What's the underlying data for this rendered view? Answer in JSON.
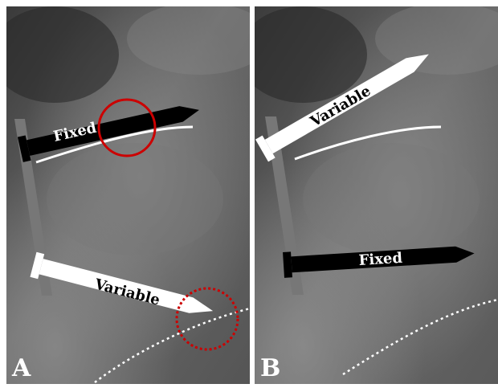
{
  "panels": [
    {
      "letter": "A",
      "screws": [
        {
          "label": "Fixed",
          "color": "#000000",
          "text_color": "#ffffff"
        },
        {
          "label": "Variable",
          "color": "#ffffff",
          "text_color": "#000000"
        }
      ],
      "annotations": [
        {
          "type": "circle",
          "style": "solid",
          "color": "#cc0000"
        },
        {
          "type": "circle",
          "style": "dotted",
          "color": "#cc0000"
        }
      ]
    },
    {
      "letter": "B",
      "screws": [
        {
          "label": "Variable",
          "color": "#ffffff",
          "text_color": "#000000"
        },
        {
          "label": "Fixed",
          "color": "#000000",
          "text_color": "#ffffff"
        }
      ]
    }
  ],
  "colors": {
    "plate": "#777777",
    "endplate_line": "#ffffff",
    "annotation_red": "#cc0000"
  }
}
